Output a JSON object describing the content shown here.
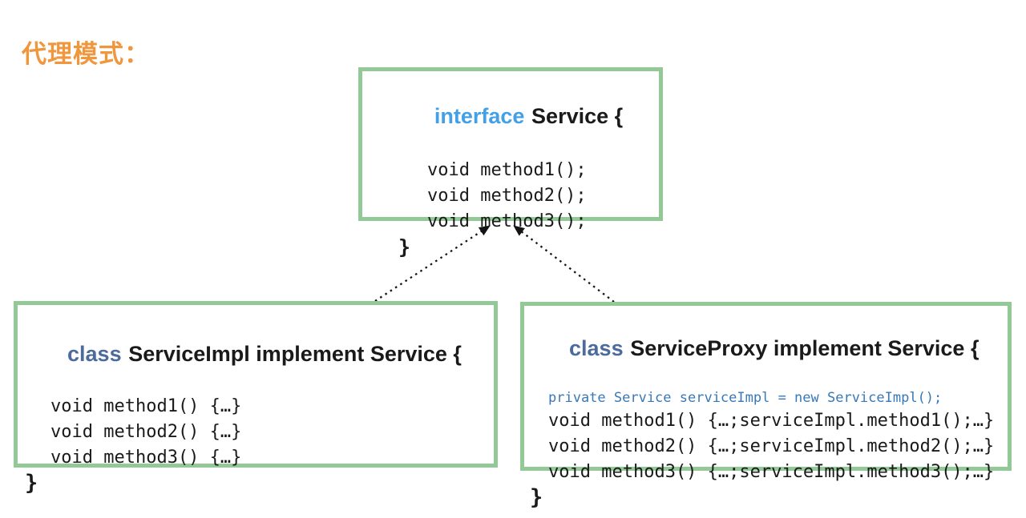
{
  "title": "代理模式：",
  "colors": {
    "title_orange": "#F0963C",
    "box_border_green": "#93C897",
    "interface_keyword_blue": "#42A0E8",
    "class_keyword_blue": "#4C6B9D",
    "field_line_blue": "#3878B8",
    "code_black": "#1A1A1A"
  },
  "interface_box": {
    "keyword": "interface",
    "declaration": "Service {",
    "lines": {
      "0": "void method1();",
      "1": "void method2();",
      "2": "void method3();"
    },
    "closing": "}"
  },
  "impl_box": {
    "keyword": "class",
    "declaration": "ServiceImpl implement Service {",
    "lines": {
      "0": "void method1() {…}",
      "1": "void method2() {…}",
      "2": "void method3() {…}"
    },
    "closing": "}"
  },
  "proxy_box": {
    "keyword": "class",
    "declaration": "ServiceProxy implement Service {",
    "field_line": "private Service serviceImpl = new ServiceImpl();",
    "lines": {
      "0": "void method1() {…;serviceImpl.method1();…}",
      "1": "void method2() {…;serviceImpl.method2();…}",
      "2": "void method3() {…;serviceImpl.method3();…}"
    },
    "closing": "}"
  },
  "relationships": {
    "impl_to_interface": "ServiceImpl implements Service",
    "proxy_to_interface": "ServiceProxy implements Service"
  }
}
